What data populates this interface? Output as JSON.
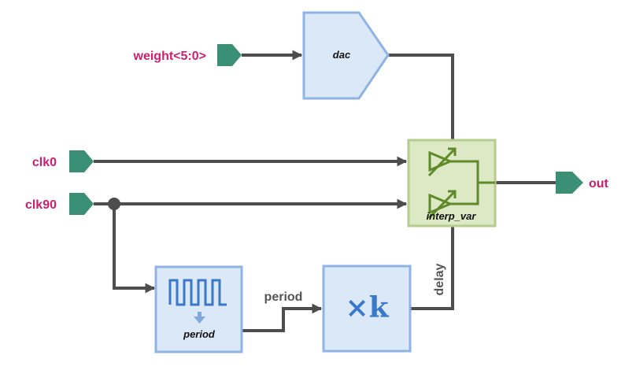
{
  "ports": {
    "weight": "weight<5:0>",
    "clk0": "clk0",
    "clk90": "clk90",
    "out": "out"
  },
  "blocks": {
    "dac": "dac",
    "interp": "interp_var",
    "period_block": "period",
    "multiplier": "×k"
  },
  "wires": {
    "period": "period",
    "delay": "delay"
  },
  "colors": {
    "port_label": "#cc1f6e",
    "port_fill": "#3b8f75",
    "block_fill": "#dbe8f8",
    "block_stroke": "#8fb4e3",
    "interp_fill": "#dde9c4",
    "interp_stroke": "#b5cc8e",
    "wire": "#4d4d4d"
  },
  "icons": [
    "square-wave-icon",
    "down-arrow-icon",
    "buffer-icon"
  ]
}
